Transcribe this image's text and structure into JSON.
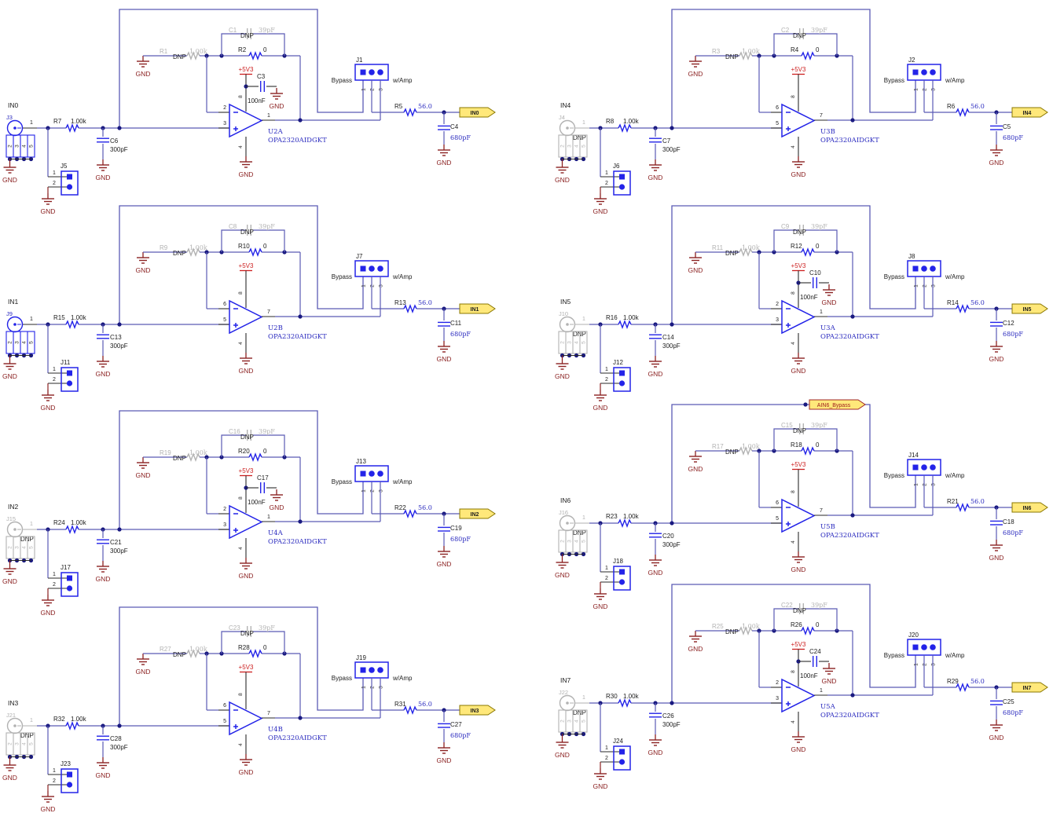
{
  "colors": {
    "wire": "#5a5ab5",
    "symbol": "#2323e8",
    "junction": "#1a1a80",
    "dnp_gray": "#b2b2b2",
    "ground": "#8b2121",
    "supply_red": "#cc1f1f",
    "value_blue": "#2b2bbf",
    "text_black": "#1c1c1c",
    "pin_dark": "#2a2a2a",
    "flag_fill": "#ffe87a",
    "flag_border": "#8a7700",
    "net_flag_text": "#9b1b1b",
    "net_flag_border": "#a02828"
  },
  "shared": {
    "bypass_label": "Bypass",
    "wamp_label": "w/Amp",
    "ground_label": "GND",
    "supply_label": "+5V3",
    "dnp_label": "DNP",
    "opamp_part": "OPA2320AIDGKT",
    "connector_pin_labels": [
      "1",
      "2",
      "3",
      "4",
      "5"
    ],
    "header_pin_labels": [
      "1",
      "2",
      "3"
    ],
    "shunt_pin_labels": [
      "1",
      "2"
    ]
  },
  "channels": [
    {
      "input_label": "IN0",
      "column": "left",
      "row": 0,
      "connector": {
        "ref": "J3",
        "dnp": false
      },
      "shunt_jumper": {
        "ref": "J5"
      },
      "input_resistor": {
        "ref": "R7",
        "value": "1.00k"
      },
      "input_cap": {
        "ref": "C6",
        "value": "300pF"
      },
      "feedback_cap": {
        "ref": "C1",
        "value": "39pF",
        "dnp": true
      },
      "gain_resistor": {
        "ref": "R1",
        "value": "1.00k",
        "dnp": true
      },
      "feedback_resistor": {
        "ref": "R2",
        "value": "0"
      },
      "decoupling_cap": {
        "ref": "C3",
        "value": "100nF"
      },
      "opamp": {
        "ref": "U2A",
        "pin_inverting": "2",
        "pin_noninverting": "3",
        "pin_output": "1",
        "pin_vplus": "8",
        "pin_vminus": "4"
      },
      "select_header": {
        "ref": "J1"
      },
      "output_resistor": {
        "ref": "R5",
        "value": "56.0"
      },
      "output_cap": {
        "ref": "C4",
        "value": "680pF"
      },
      "output_flag": "IN0",
      "net_flag": null
    },
    {
      "input_label": "IN1",
      "column": "left",
      "row": 1,
      "connector": {
        "ref": "J9",
        "dnp": false
      },
      "shunt_jumper": {
        "ref": "J11"
      },
      "input_resistor": {
        "ref": "R15",
        "value": "1.00k"
      },
      "input_cap": {
        "ref": "C13",
        "value": "300pF"
      },
      "feedback_cap": {
        "ref": "C8",
        "value": "39pF",
        "dnp": true
      },
      "gain_resistor": {
        "ref": "R9",
        "value": "1.00k",
        "dnp": true
      },
      "feedback_resistor": {
        "ref": "R10",
        "value": "0"
      },
      "decoupling_cap": null,
      "opamp": {
        "ref": "U2B",
        "pin_inverting": "6",
        "pin_noninverting": "5",
        "pin_output": "7",
        "pin_vplus": "8",
        "pin_vminus": "4"
      },
      "select_header": {
        "ref": "J7"
      },
      "output_resistor": {
        "ref": "R13",
        "value": "56.0"
      },
      "output_cap": {
        "ref": "C11",
        "value": "680pF"
      },
      "output_flag": "IN1",
      "net_flag": null
    },
    {
      "input_label": "IN2",
      "column": "left",
      "row": 2,
      "connector": {
        "ref": "J15",
        "dnp": true
      },
      "shunt_jumper": {
        "ref": "J17"
      },
      "input_resistor": {
        "ref": "R24",
        "value": "1.00k"
      },
      "input_cap": {
        "ref": "C21",
        "value": "300pF"
      },
      "feedback_cap": {
        "ref": "C16",
        "value": "39pF",
        "dnp": true
      },
      "gain_resistor": {
        "ref": "R19",
        "value": "1.00k",
        "dnp": true
      },
      "feedback_resistor": {
        "ref": "R20",
        "value": "0"
      },
      "decoupling_cap": {
        "ref": "C17",
        "value": "100nF"
      },
      "opamp": {
        "ref": "U4A",
        "pin_inverting": "2",
        "pin_noninverting": "3",
        "pin_output": "1",
        "pin_vplus": "8",
        "pin_vminus": "4"
      },
      "select_header": {
        "ref": "J13"
      },
      "output_resistor": {
        "ref": "R22",
        "value": "56.0"
      },
      "output_cap": {
        "ref": "C19",
        "value": "680pF"
      },
      "output_flag": "IN2",
      "net_flag": null
    },
    {
      "input_label": "IN3",
      "column": "left",
      "row": 3,
      "connector": {
        "ref": "J21",
        "dnp": true
      },
      "shunt_jumper": {
        "ref": "J23"
      },
      "input_resistor": {
        "ref": "R32",
        "value": "1.00k"
      },
      "input_cap": {
        "ref": "C28",
        "value": "300pF"
      },
      "feedback_cap": {
        "ref": "C23",
        "value": "39pF",
        "dnp": true
      },
      "gain_resistor": {
        "ref": "R27",
        "value": "1.00k",
        "dnp": true
      },
      "feedback_resistor": {
        "ref": "R28",
        "value": "0"
      },
      "decoupling_cap": null,
      "opamp": {
        "ref": "U4B",
        "pin_inverting": "6",
        "pin_noninverting": "5",
        "pin_output": "7",
        "pin_vplus": "8",
        "pin_vminus": "4"
      },
      "select_header": {
        "ref": "J19"
      },
      "output_resistor": {
        "ref": "R31",
        "value": "56.0"
      },
      "output_cap": {
        "ref": "C27",
        "value": "680pF"
      },
      "output_flag": "IN3",
      "net_flag": null
    },
    {
      "input_label": "IN4",
      "column": "right",
      "row": 0,
      "connector": {
        "ref": "J4",
        "dnp": true
      },
      "shunt_jumper": {
        "ref": "J6"
      },
      "input_resistor": {
        "ref": "R8",
        "value": "1.00k"
      },
      "input_cap": {
        "ref": "C7",
        "value": "300pF"
      },
      "feedback_cap": {
        "ref": "C2",
        "value": "39pF",
        "dnp": true
      },
      "gain_resistor": {
        "ref": "R3",
        "value": "1.00k",
        "dnp": true
      },
      "feedback_resistor": {
        "ref": "R4",
        "value": "0"
      },
      "decoupling_cap": null,
      "opamp": {
        "ref": "U3B",
        "pin_inverting": "6",
        "pin_noninverting": "5",
        "pin_output": "7",
        "pin_vplus": "8",
        "pin_vminus": "4"
      },
      "select_header": {
        "ref": "J2"
      },
      "output_resistor": {
        "ref": "R6",
        "value": "56.0"
      },
      "output_cap": {
        "ref": "C5",
        "value": "680pF"
      },
      "output_flag": "IN4",
      "net_flag": null
    },
    {
      "input_label": "IN5",
      "column": "right",
      "row": 1,
      "connector": {
        "ref": "J10",
        "dnp": true
      },
      "shunt_jumper": {
        "ref": "J12"
      },
      "input_resistor": {
        "ref": "R16",
        "value": "1.00k"
      },
      "input_cap": {
        "ref": "C14",
        "value": "300pF"
      },
      "feedback_cap": {
        "ref": "C9",
        "value": "39pF",
        "dnp": true
      },
      "gain_resistor": {
        "ref": "R11",
        "value": "1.00k",
        "dnp": true
      },
      "feedback_resistor": {
        "ref": "R12",
        "value": "0"
      },
      "decoupling_cap": {
        "ref": "C10",
        "value": "100nF"
      },
      "opamp": {
        "ref": "U3A",
        "pin_inverting": "2",
        "pin_noninverting": "3",
        "pin_output": "1",
        "pin_vplus": "8",
        "pin_vminus": "4"
      },
      "select_header": {
        "ref": "J8"
      },
      "output_resistor": {
        "ref": "R14",
        "value": "56.0"
      },
      "output_cap": {
        "ref": "C12",
        "value": "680pF"
      },
      "output_flag": "IN5",
      "net_flag": null
    },
    {
      "input_label": "IN6",
      "column": "right",
      "row": 2,
      "connector": {
        "ref": "J16",
        "dnp": true
      },
      "shunt_jumper": {
        "ref": "J18"
      },
      "input_resistor": {
        "ref": "R23",
        "value": "1.00k"
      },
      "input_cap": {
        "ref": "C20",
        "value": "300pF"
      },
      "feedback_cap": {
        "ref": "C15",
        "value": "39pF",
        "dnp": true
      },
      "gain_resistor": {
        "ref": "R17",
        "value": "1.00k",
        "dnp": true
      },
      "feedback_resistor": {
        "ref": "R18",
        "value": "0"
      },
      "decoupling_cap": null,
      "opamp": {
        "ref": "U5B",
        "pin_inverting": "6",
        "pin_noninverting": "5",
        "pin_output": "7",
        "pin_vplus": "8",
        "pin_vminus": "4"
      },
      "select_header": {
        "ref": "J14"
      },
      "output_resistor": {
        "ref": "R21",
        "value": "56.0"
      },
      "output_cap": {
        "ref": "C18",
        "value": "680pF"
      },
      "output_flag": "IN6",
      "net_flag": "AIN6_Bypass"
    },
    {
      "input_label": "IN7",
      "column": "right",
      "row": 3,
      "connector": {
        "ref": "J22",
        "dnp": true
      },
      "shunt_jumper": {
        "ref": "J24"
      },
      "input_resistor": {
        "ref": "R30",
        "value": "1.00k"
      },
      "input_cap": {
        "ref": "C26",
        "value": "300pF"
      },
      "feedback_cap": {
        "ref": "C22",
        "value": "39pF",
        "dnp": true
      },
      "gain_resistor": {
        "ref": "R25",
        "value": "1.00k",
        "dnp": true
      },
      "feedback_resistor": {
        "ref": "R26",
        "value": "0"
      },
      "decoupling_cap": {
        "ref": "C24",
        "value": "100nF"
      },
      "opamp": {
        "ref": "U5A",
        "pin_inverting": "2",
        "pin_noninverting": "3",
        "pin_output": "1",
        "pin_vplus": "8",
        "pin_vminus": "4"
      },
      "select_header": {
        "ref": "J20"
      },
      "output_resistor": {
        "ref": "R29",
        "value": "56.0"
      },
      "output_cap": {
        "ref": "C25",
        "value": "680pF"
      },
      "output_flag": "IN7",
      "net_flag": null
    }
  ]
}
